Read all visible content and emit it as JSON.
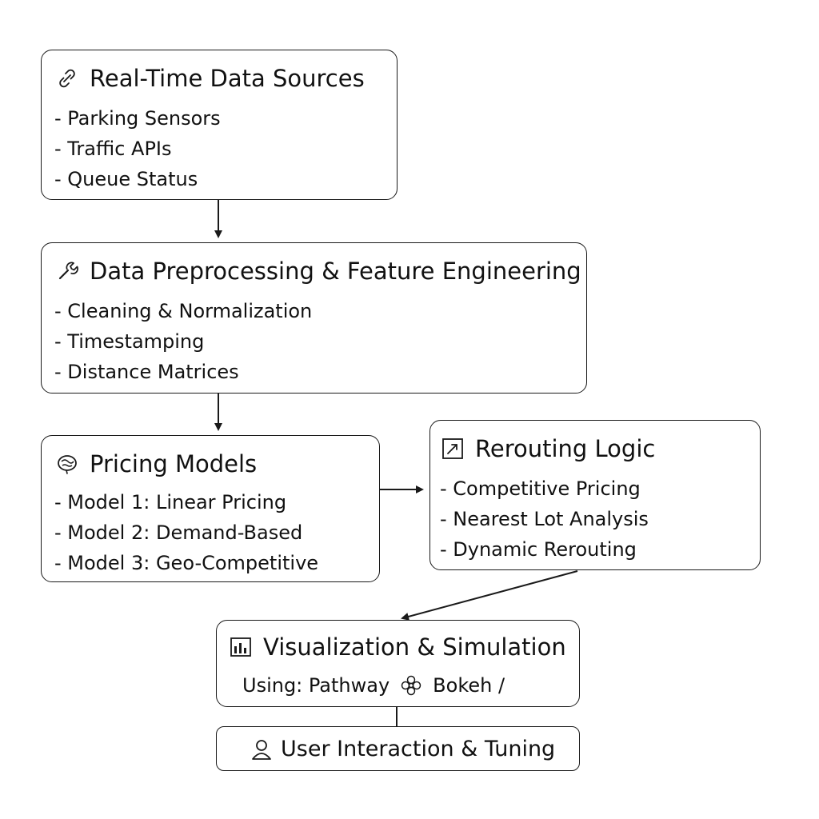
{
  "nodes": {
    "sources": {
      "title": "Real-Time Data Sources",
      "icon": "link-icon",
      "items": [
        "- Parking Sensors",
        "- Traffic APIs",
        "- Queue Status"
      ]
    },
    "preprocessing": {
      "title": "Data Preprocessing & Feature Engineering",
      "icon": "wrench-icon",
      "items": [
        "- Cleaning & Normalization",
        "- Timestamping",
        "- Distance Matrices"
      ]
    },
    "pricing": {
      "title": "Pricing Models",
      "icon": "brain-icon",
      "items": [
        "- Model 1: Linear Pricing",
        "- Model 2: Demand-Based",
        "- Model 3: Geo-Competitive"
      ]
    },
    "rerouting": {
      "title": "Rerouting Logic",
      "icon": "trend-arrow-icon",
      "items": [
        "- Competitive Pricing",
        "- Nearest Lot Analysis",
        "- Dynamic Rerouting"
      ]
    },
    "visualization": {
      "title": "Visualization & Simulation",
      "icon": "bar-chart-icon",
      "using_prefix": "Using: Pathway",
      "using_suffix": "Bokeh /"
    },
    "user": {
      "title": "User Interaction & Tuning",
      "icon": "user-icon"
    }
  },
  "colors": {
    "stroke": "#1a1a1a",
    "text": "#111111",
    "background": "#ffffff"
  }
}
